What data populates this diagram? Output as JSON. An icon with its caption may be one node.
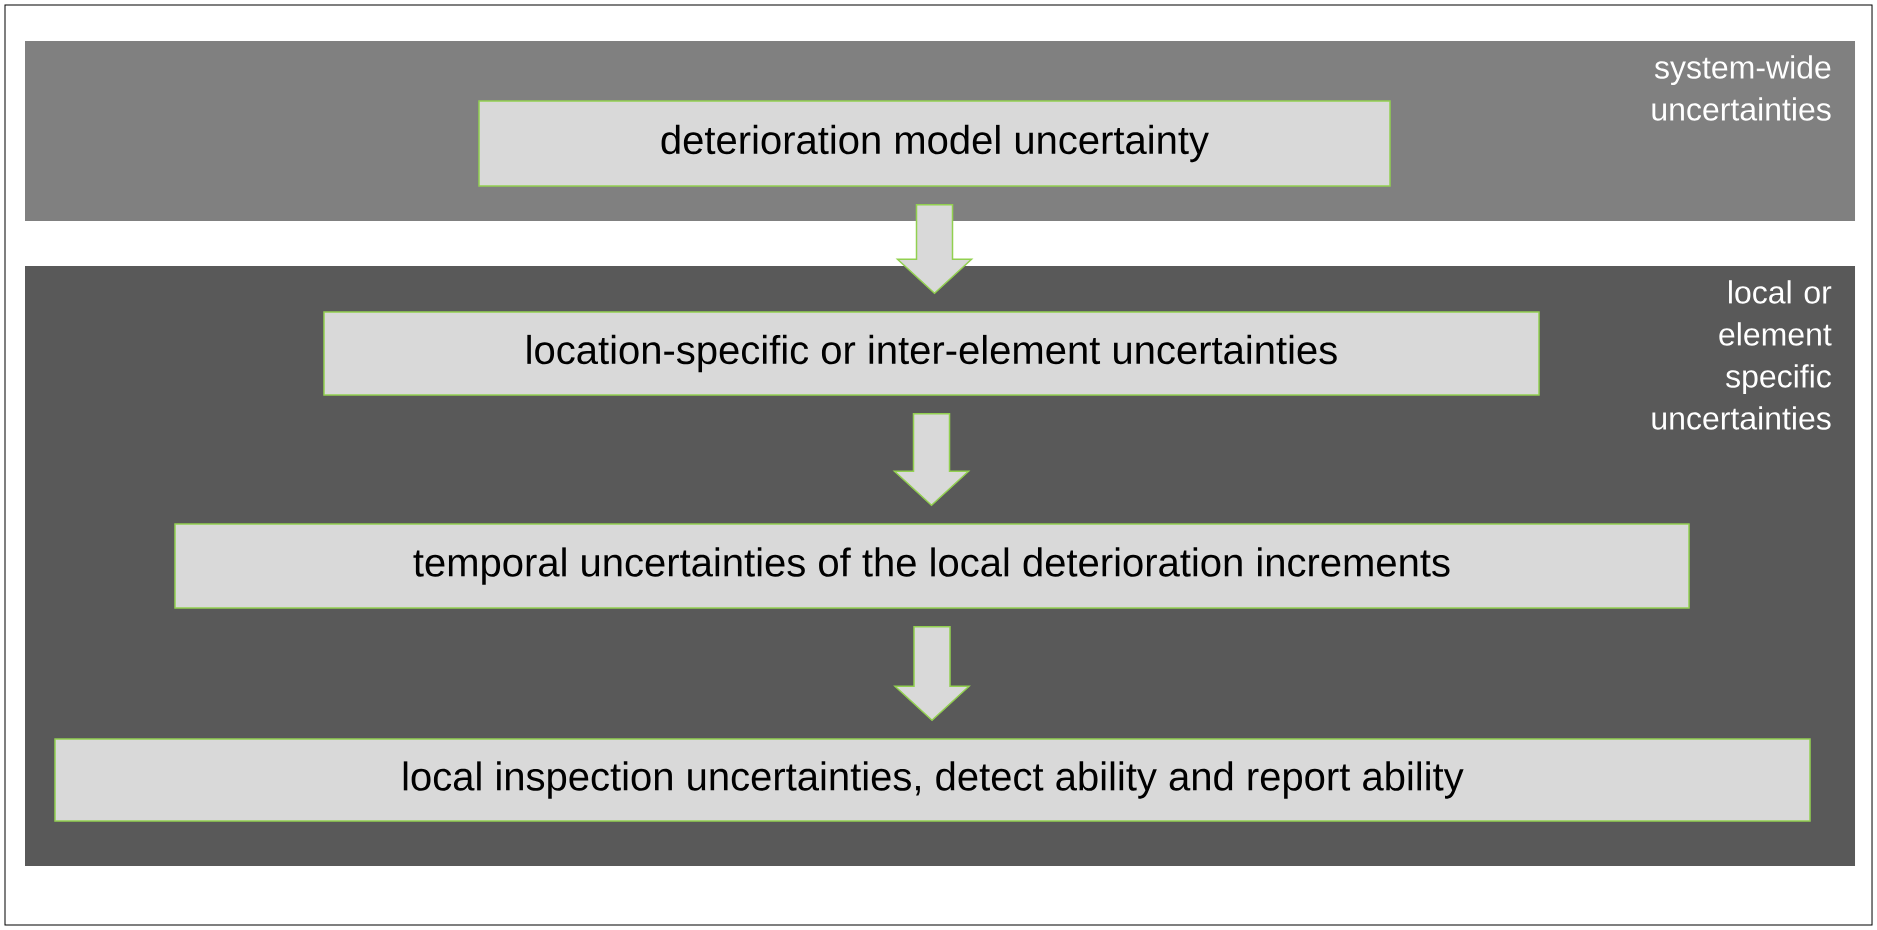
{
  "diagram": {
    "nodes": [
      {
        "text": [
          "system-wide uncertainties"
        ]
      },
      {
        "text": [
          "deterioration model uncertainty"
        ],
        "in": 0
      },
      {
        "text": [
          "local or element specific uncertainties"
        ]
      },
      {
        "text": [
          "location-specific or inter-element uncertainties"
        ],
        "in": 2
      },
      {
        "text": [
          "temporal uncertainties of the local deterioration increments"
        ],
        "in": 2
      },
      {
        "text": [
          "local inspection uncertainties, detect ability and report ability"
        ],
        "in": 2
      }
    ],
    "edges": [
      {
        "from": 1,
        "to": 3,
        "arrow": "to"
      },
      {
        "from": 3,
        "to": 4,
        "arrow": "to"
      },
      {
        "from": 4,
        "to": 5,
        "arrow": "to"
      }
    ]
  }
}
